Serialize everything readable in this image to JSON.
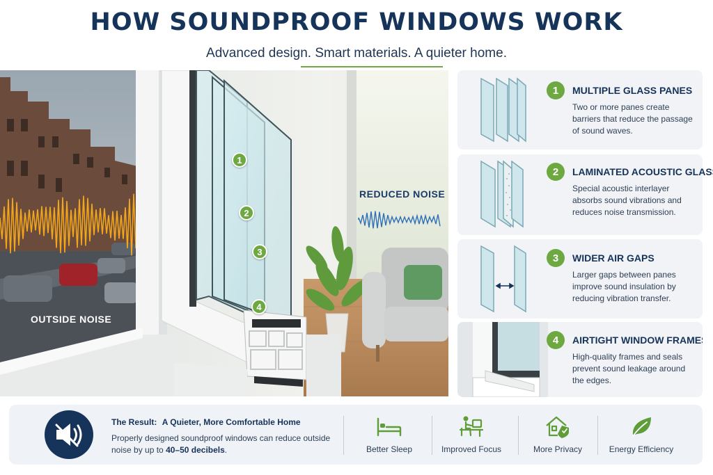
{
  "header": {
    "title": "HOW SOUNDPROOF WINDOWS WORK",
    "subtitle": "Advanced design. Smart materials. A quieter home."
  },
  "hero": {
    "outside_label": "OUTSIDE NOISE",
    "reduced_label": "REDUCED NOISE",
    "callouts": [
      "1",
      "2",
      "3",
      "4"
    ]
  },
  "features": [
    {
      "number": "1",
      "title": "MULTIPLE GLASS PANES",
      "description": "Two or more panes create barriers that reduce the passage of sound waves.",
      "icon": "glass-panes-icon"
    },
    {
      "number": "2",
      "title": "LAMINATED ACOUSTIC GLASS",
      "description": "Special acoustic interlayer absorbs sound vibrations and reduces noise transmission.",
      "icon": "laminated-glass-icon"
    },
    {
      "number": "3",
      "title": "WIDER AIR GAPS",
      "description": "Larger gaps between panes improve sound insulation by reducing vibration transfer.",
      "icon": "air-gap-icon"
    },
    {
      "number": "4",
      "title": "AIRTIGHT WINDOW FRAMES",
      "description": "High-quality frames and seals prevent sound leakage around the edges.",
      "icon": "window-frame-icon"
    }
  ],
  "result": {
    "title_prefix": "The Result:",
    "title": "A Quieter, More Comfortable Home",
    "description": "Properly designed soundproof windows can reduce outside noise by up to",
    "highlight": "40–50 decibels",
    "description_end": "."
  },
  "benefits": [
    {
      "label": "Better Sleep",
      "icon": "bed-icon"
    },
    {
      "label": "Improved Focus",
      "icon": "person-at-desk-icon"
    },
    {
      "label": "More Privacy",
      "icon": "house-shield-icon"
    },
    {
      "label": "Energy Efficiency",
      "icon": "leaf-icon"
    }
  ],
  "colors": {
    "navy": "#16335a",
    "accent_green": "#6ea840",
    "card_bg": "#f1f3f6",
    "noise_orange": "#f0a21a"
  }
}
